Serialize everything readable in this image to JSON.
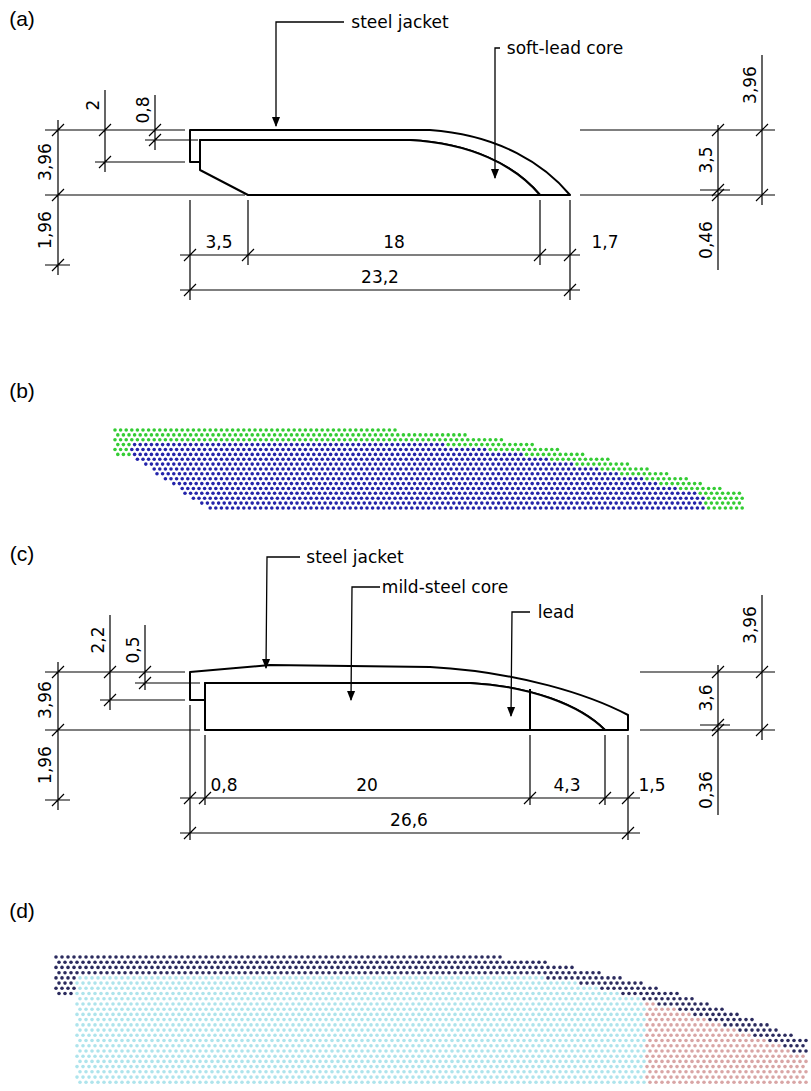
{
  "diagram": {
    "labels": [
      "(a)",
      "steel jacket",
      "soft-lead core",
      "2",
      "0,8",
      "3,96",
      "1,96",
      "3,5",
      "18",
      "1,7",
      "23,2",
      "3,96",
      "3,5",
      "0,46",
      "(b)",
      "(c)",
      "steel jacket",
      "mild-steel core",
      "lead",
      "2,2",
      "0,5",
      "3,96",
      "1,96",
      "0,8",
      "20",
      "4,3",
      "1,5",
      "26,6",
      "3,96",
      "3,6",
      "0,36",
      "(d)"
    ]
  }
}
